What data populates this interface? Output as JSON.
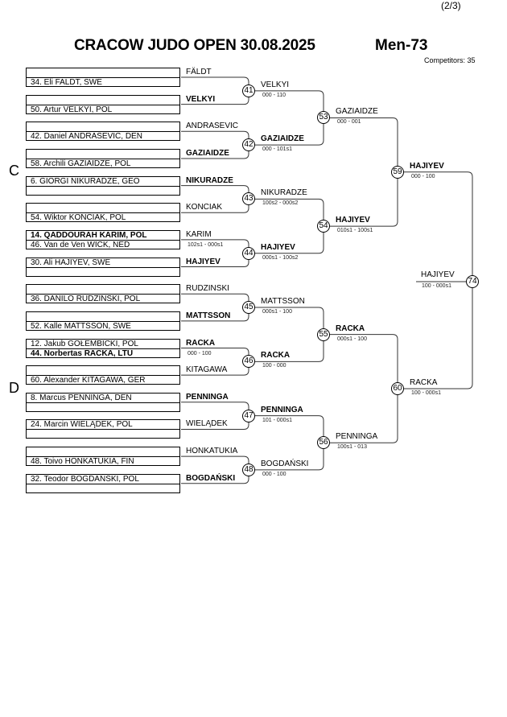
{
  "header": {
    "page": "(2/3)",
    "title": "CRACOW JUDO OPEN  30.08.2025",
    "category": "Men-73",
    "competitors": "Competitors: 35"
  },
  "pools": [
    {
      "letter": "C"
    },
    {
      "letter": "D"
    }
  ],
  "boxes": [
    {
      "top": "",
      "bottom": "34. Eli FALDT, SWE",
      "label": "FÄLDT",
      "label_bold": false
    },
    {
      "top": "",
      "bottom": "50. Artur VELKYI, POL",
      "label": "VELKYI",
      "label_bold": true
    },
    {
      "top": "",
      "bottom": "42. Daniel ANDRASEVIC, DEN",
      "label": "ANDRASEVIC",
      "label_bold": false
    },
    {
      "top": "",
      "bottom": "58. Archili GAZIAIDZE, POL",
      "label": "GAZIAIDZE",
      "label_bold": true
    },
    {
      "top": "6. GIORGI NIKURADZE, GEO",
      "bottom": "",
      "label": "NIKURADZE",
      "label_bold": true
    },
    {
      "top": "",
      "bottom": "54. Wiktor KONCIAK, POL",
      "label": "KONCIAK",
      "label_bold": false
    },
    {
      "top": "14. QADDOURAH KARIM, POL",
      "top_bold": true,
      "bottom": "46. Van de Ven WICK, NED",
      "label": "KARIM",
      "label_bold": false,
      "score": "102s1 - 000s1"
    },
    {
      "top": "30. Ali HAJIYEV, SWE",
      "bottom": "",
      "label": "HAJIYEV",
      "label_bold": true
    },
    {
      "top": "",
      "bottom": "36. DANILO RUDZINSKI, POL",
      "label": "RUDZINSKI",
      "label_bold": false
    },
    {
      "top": "",
      "bottom": "52. Kalle MATTSSON, SWE",
      "label": "MATTSSON",
      "label_bold": true
    },
    {
      "top": "12. Jakub GOŁEMBICKI, POL",
      "bottom": "44. Norbertas RACKA, LTU",
      "bottom_bold": true,
      "label": "RACKA",
      "label_bold": true,
      "score": "000 - 100"
    },
    {
      "top": "",
      "bottom": "60. Alexander KITAGAWA, GER",
      "label": "KITAGAWA",
      "label_bold": false
    },
    {
      "top": "8. Marcus PENNINGA, DEN",
      "bottom": "",
      "label": "PENNINGA",
      "label_bold": true
    },
    {
      "top": "24. Marcin WIELĄDEK, POL",
      "bottom": "",
      "label": "WIELĄDEK",
      "label_bold": false
    },
    {
      "top": "",
      "bottom": "48. Toivo HONKATUKIA, FIN",
      "label": "HONKATUKIA",
      "label_bold": false
    },
    {
      "top": "32. Teodor BOGDAŃSKI, POL",
      "bottom": "",
      "label": "BOGDAŃSKI",
      "label_bold": true
    }
  ],
  "rounds": [
    [
      {
        "id": "41",
        "winner": "VELKYI",
        "bold": false,
        "score": "000 - 110"
      },
      {
        "id": "42",
        "winner": "GAZIAIDZE",
        "bold": true,
        "score": "000 - 101s1"
      },
      {
        "id": "43",
        "winner": "NIKURADZE",
        "bold": false,
        "score": "100s2 - 000s2"
      },
      {
        "id": "44",
        "winner": "HAJIYEV",
        "bold": true,
        "score": "000s1 - 100s2"
      },
      {
        "id": "45",
        "winner": "MATTSSON",
        "bold": false,
        "score": "000s1 - 100"
      },
      {
        "id": "46",
        "winner": "RACKA",
        "bold": true,
        "score": "100 - 000"
      },
      {
        "id": "47",
        "winner": "PENNINGA",
        "bold": true,
        "score": "101 - 000s1"
      },
      {
        "id": "48",
        "winner": "BOGDAŃSKI",
        "bold": false,
        "score": "000 - 100"
      }
    ],
    [
      {
        "id": "53",
        "winner": "GAZIAIDZE",
        "bold": false,
        "score": "000 - 001"
      },
      {
        "id": "54",
        "winner": "HAJIYEV",
        "bold": true,
        "score": "010s1 - 100s1"
      },
      {
        "id": "55",
        "winner": "RACKA",
        "bold": true,
        "score": "000s1 - 100"
      },
      {
        "id": "56",
        "winner": "PENNINGA",
        "bold": false,
        "score": "100s1 - 013"
      }
    ],
    [
      {
        "id": "59",
        "winner": "HAJIYEV",
        "bold": true,
        "score": "000 - 100"
      },
      {
        "id": "60",
        "winner": "RACKA",
        "bold": false,
        "score": "100 - 000s1"
      }
    ],
    [
      {
        "id": "74",
        "winner": "HAJIYEV",
        "bold": false,
        "score": "100 - 000s1"
      }
    ]
  ]
}
